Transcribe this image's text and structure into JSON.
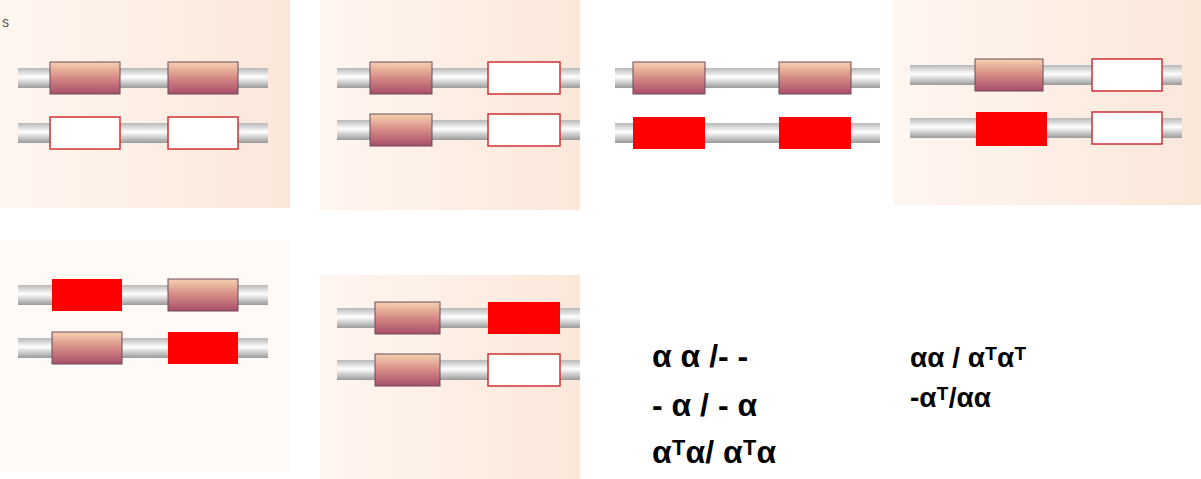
{
  "diagram": {
    "labels": [
      "s",
      "α α /- -",
      "- α / - α",
      "αᵀα/ αᵀα",
      "αα / αᵀαᵀ",
      "-αᵀ/αα"
    ]
  }
}
